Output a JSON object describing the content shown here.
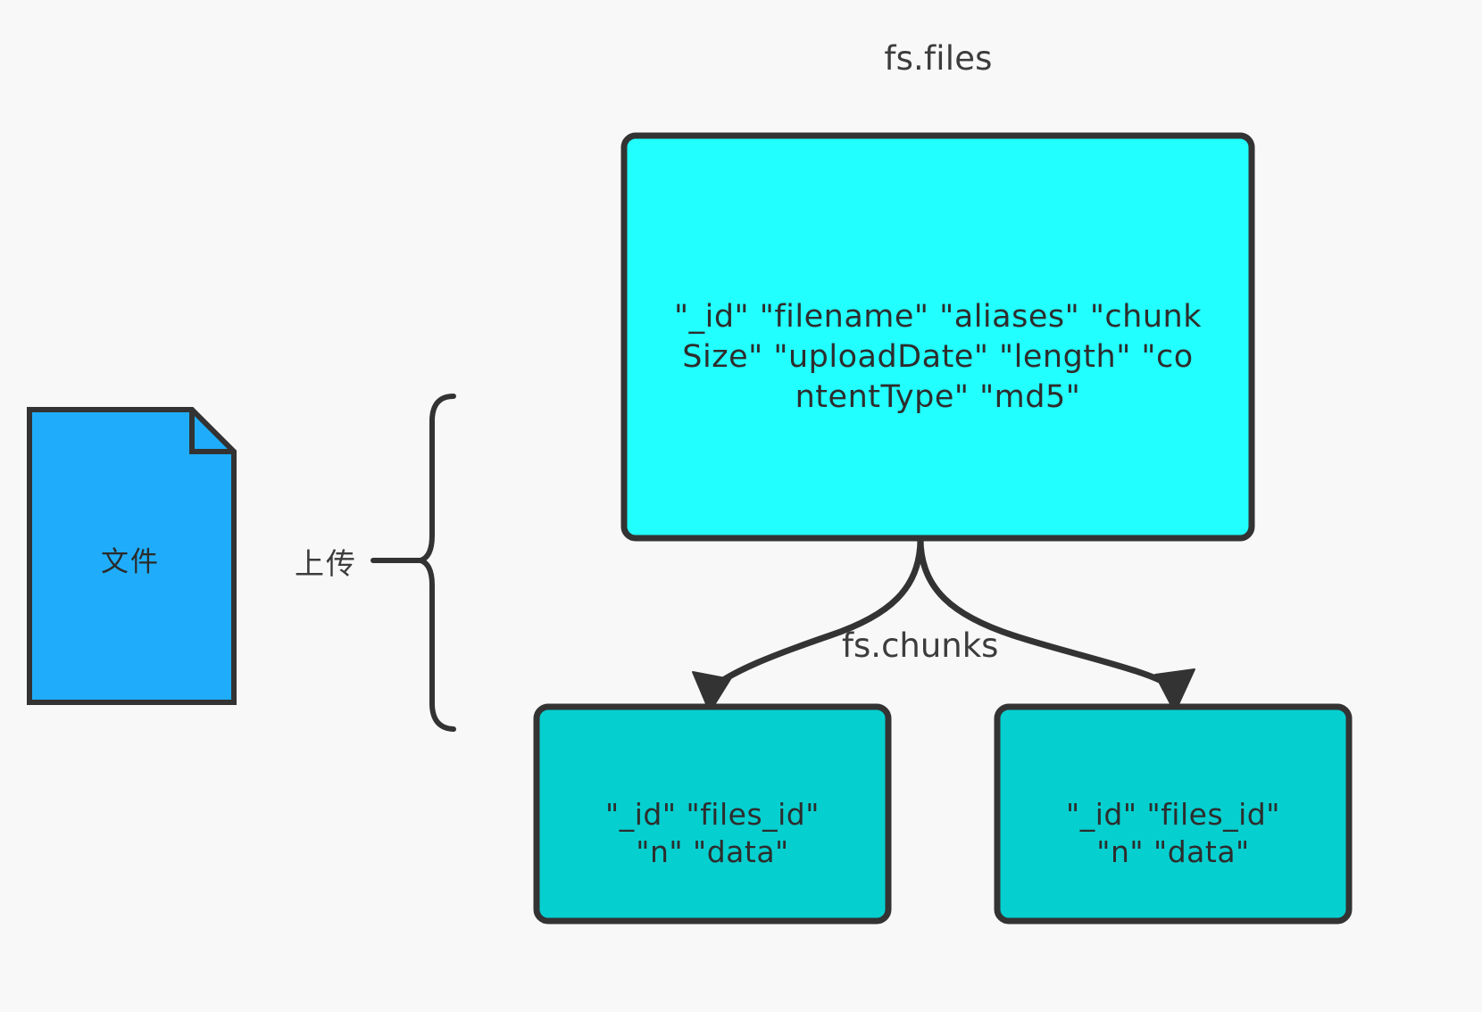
{
  "diagram": {
    "background_color": "#f8f8f8",
    "stroke_color": "#333333",
    "text_color": "#2d2d2d"
  },
  "file_card": {
    "label": "文件",
    "fill_color": "#1FADFB",
    "border_color": "#333333"
  },
  "upload": {
    "label": "上传"
  },
  "files_collection": {
    "title": "fs.files",
    "fill_color": "#22FFFF",
    "border_color": "#333333",
    "fields_text": "\"_id\"   \"filename\"   \"aliases\"   \"chunk\nSize\"   \"uploadDate\"   \"length\"   \"co\nntentType\"   \"md5\"",
    "fields": [
      "\"_id\"",
      "\"filename\"",
      "\"aliases\"",
      "\"chunkSize\"",
      "\"uploadDate\"",
      "\"length\"",
      "\"contentType\"",
      "\"md5\""
    ]
  },
  "chunks_collection": {
    "title": "fs.chunks",
    "fill_color": "#06CFCF",
    "border_color": "#333333",
    "boxes": [
      {
        "fields_text": "\"_id\"    \"files_id\"\n\"n\"    \"data\"",
        "fields": [
          "\"_id\"",
          "\"files_id\"",
          "\"n\"",
          "\"data\""
        ]
      },
      {
        "fields_text": "\"_id\"    \"files_id\"\n\"n\"    \"data\"",
        "fields": [
          "\"_id\"",
          "\"files_id\"",
          "\"n\"",
          "\"data\""
        ]
      }
    ]
  }
}
